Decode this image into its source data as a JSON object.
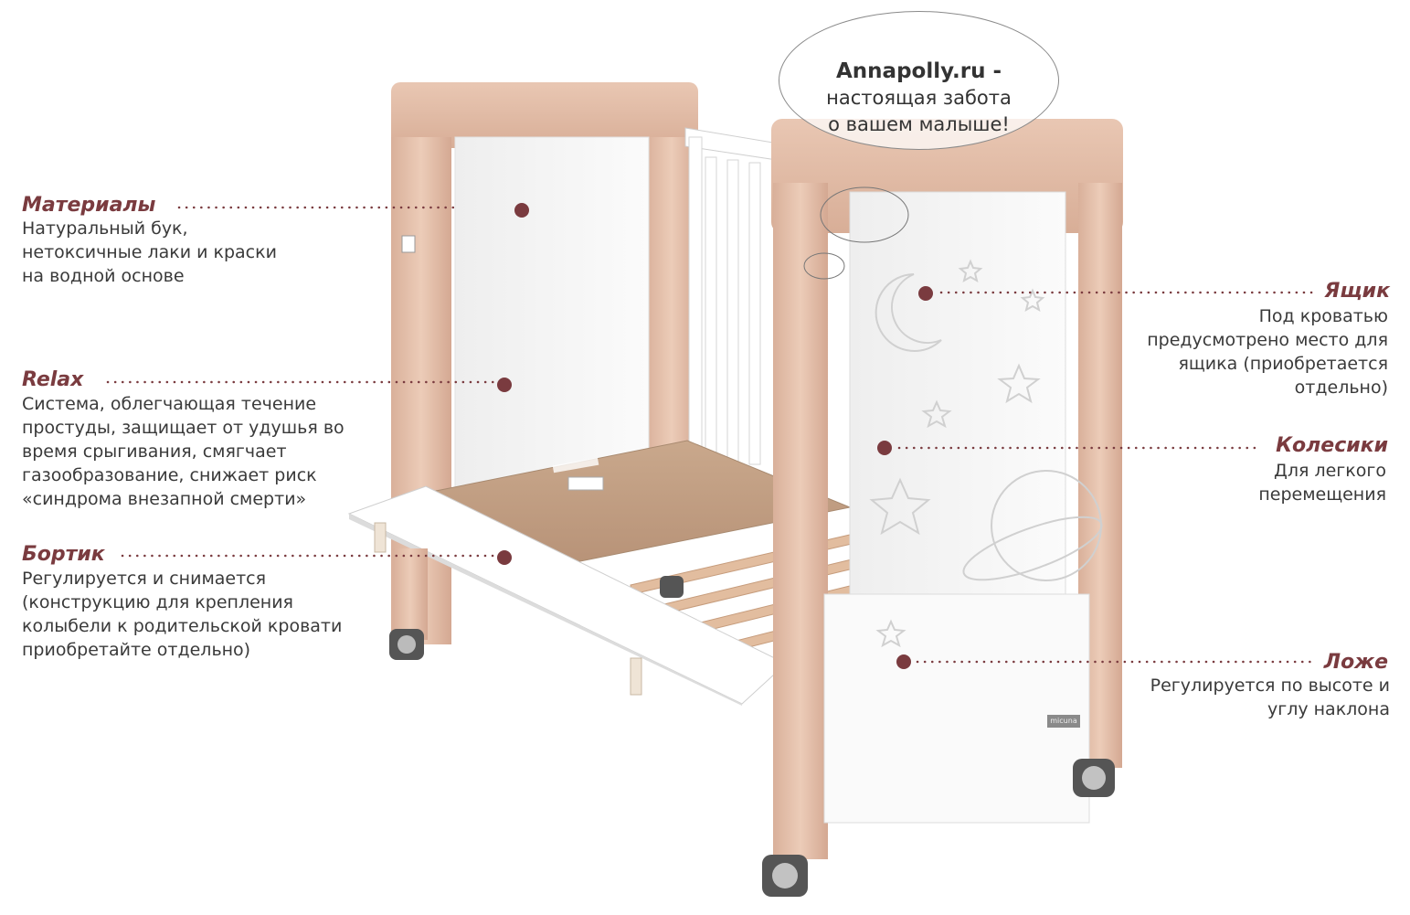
{
  "brand": {
    "title": "Annapolly.ru -",
    "line1": "настоящая забота",
    "line2": "о вашем малыше!"
  },
  "product_mark": "micuna",
  "colors": {
    "accent": "#7a3b3f",
    "wood": "#e6c3ae",
    "panel": "#f5f5f5"
  },
  "features": {
    "materials": {
      "title": "Материалы",
      "lines": [
        "Натуральный бук,",
        "нетоксичные лаки и краски",
        "на водной основе"
      ]
    },
    "relax": {
      "title": "Relax",
      "lines": [
        "Система, облегчающая течение",
        "простуды, защищает от удушья во",
        "время срыгивания, смягчает",
        "газообразование, снижает риск",
        "«синдрома внезапной смерти»"
      ]
    },
    "side": {
      "title": "Бортик",
      "lines": [
        "Регулируется и снимается",
        "(конструкцию для крепления",
        "колыбели к родительской кровати",
        "приобретайте отдельно)"
      ]
    },
    "drawer": {
      "title": "Ящик",
      "lines": [
        "Под кроватью",
        "предусмотрено место для",
        "ящика (приобретается",
        "отдельно)"
      ]
    },
    "wheels": {
      "title": "Колесики",
      "lines": [
        "Для легкого",
        "перемещения"
      ]
    },
    "bed": {
      "title": "Ложе",
      "lines": [
        "Регулируется по высоте и",
        "углу наклона"
      ]
    }
  }
}
